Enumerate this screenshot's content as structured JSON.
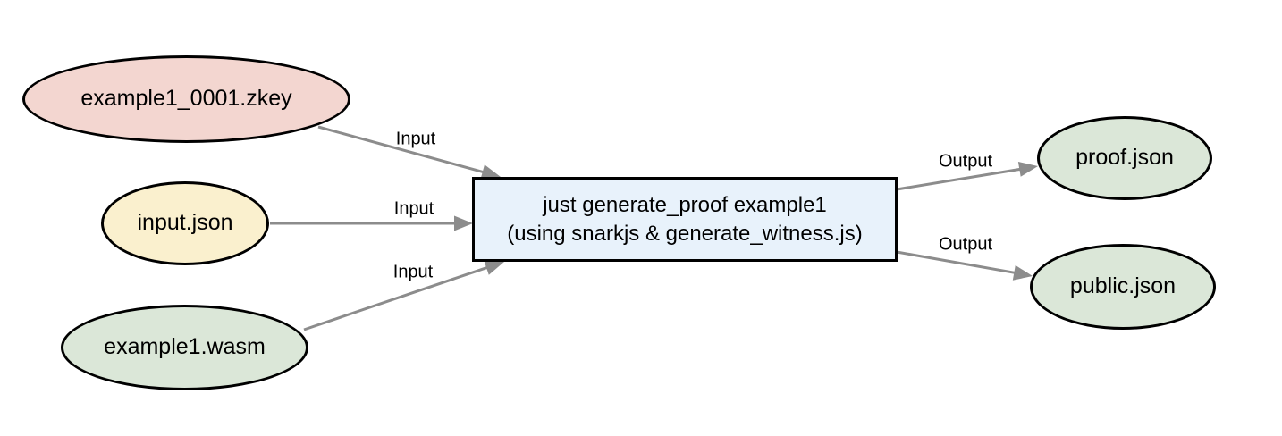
{
  "diagram": {
    "type": "flowchart",
    "background": "#ffffff"
  },
  "nodes": {
    "zkey": {
      "label": "example1_0001.zkey",
      "shape": "ellipse",
      "fill": "#f3d6d0"
    },
    "input_json": {
      "label": "input.json",
      "shape": "ellipse",
      "fill": "#faf0ce"
    },
    "wasm": {
      "label": "example1.wasm",
      "shape": "ellipse",
      "fill": "#dbe7d8"
    },
    "process": {
      "label_line1": "just generate_proof example1",
      "label_line2": "(using snarkjs & generate_witness.js)",
      "shape": "rect",
      "fill": "#e8f2fb"
    },
    "proof_json": {
      "label": "proof.json",
      "shape": "ellipse",
      "fill": "#dbe7d8"
    },
    "public_json": {
      "label": "public.json",
      "shape": "ellipse",
      "fill": "#dbe7d8"
    }
  },
  "edges": [
    {
      "from": "zkey",
      "to": "process",
      "label": "Input"
    },
    {
      "from": "input_json",
      "to": "process",
      "label": "Input"
    },
    {
      "from": "wasm",
      "to": "process",
      "label": "Input"
    },
    {
      "from": "process",
      "to": "proof_json",
      "label": "Output"
    },
    {
      "from": "process",
      "to": "public_json",
      "label": "Output"
    }
  ],
  "colors": {
    "node_border": "#000000",
    "edge": "#8c8c8c",
    "text": "#000000",
    "background": "#ffffff"
  }
}
